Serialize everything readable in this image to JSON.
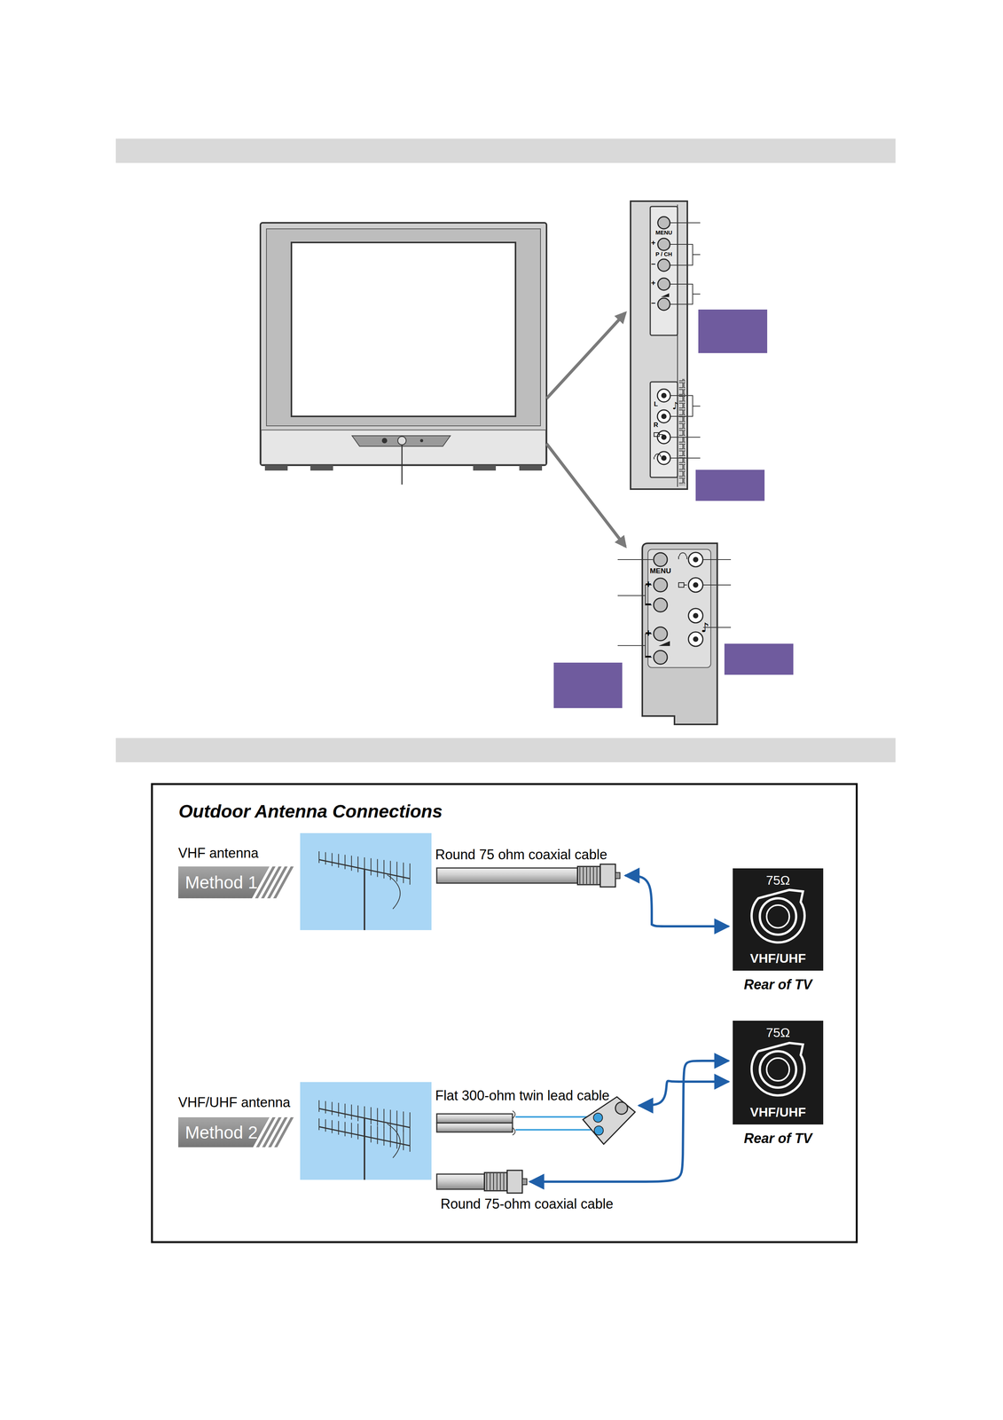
{
  "diagram": {
    "nodes": [
      {
        "text": [
          "Outdoor Antenna Connections"
        ]
      },
      {
        "text": [
          "Method 1"
        ],
        "in": 0
      },
      {
        "text": [
          "75Ω",
          "VHF/UHF",
          "Rear of TV"
        ],
        "in": 0
      },
      {
        "text": [
          "Method 2"
        ],
        "in": 0
      },
      {
        "text": [
          "75Ω",
          "VHF/UHF",
          "Rear of TV"
        ],
        "in": 0
      }
    ],
    "labels": [
      "VHF antenna",
      "Round 75 ohm coaxial cable",
      "VHF/UHF antenna",
      "Flat 300-ohm twin lead cable",
      "Round 75-ohm coaxial cable",
      "MENU",
      "+",
      "P / CH",
      "−",
      "+",
      "−",
      "L",
      "R",
      "MENU",
      "+",
      "−",
      "+",
      "−"
    ]
  }
}
